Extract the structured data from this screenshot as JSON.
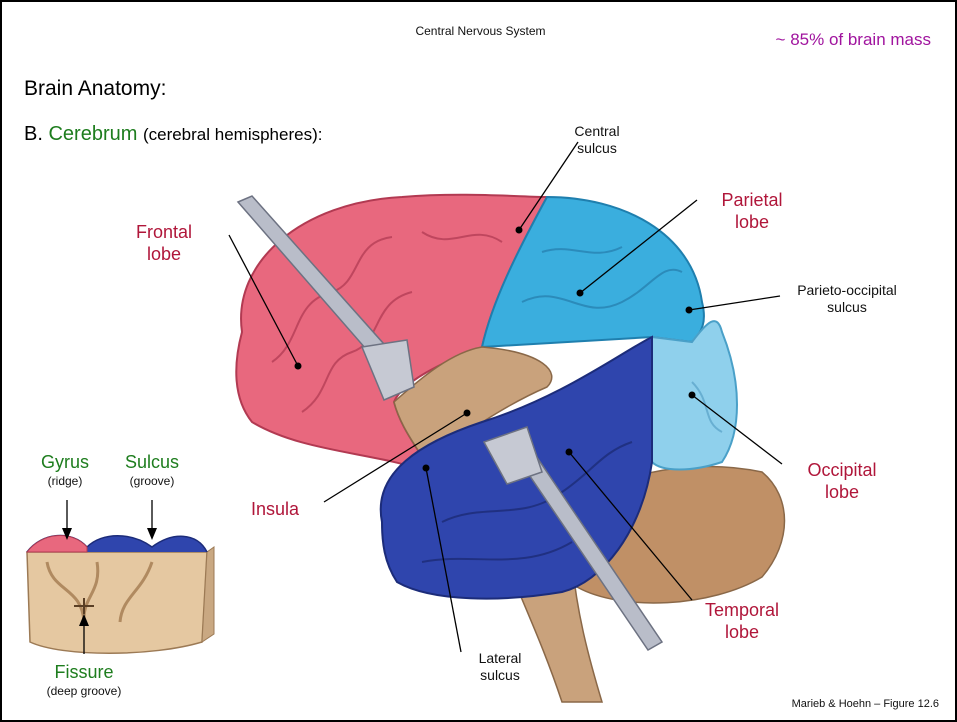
{
  "header": {
    "title": "Central Nervous System",
    "mass_note": "~ 85% of brain mass",
    "mass_note_color": "#a0149e"
  },
  "heading": "Brain Anatomy:",
  "section": {
    "marker": "B.",
    "term": "Cerebrum",
    "term_color": "#1e7d1e",
    "description": "(cerebral hemispheres):"
  },
  "labels": {
    "central_sulcus": [
      "Central",
      "sulcus"
    ],
    "parietal_lobe": [
      "Parietal",
      "lobe"
    ],
    "frontal_lobe": [
      "Frontal",
      "lobe"
    ],
    "parieto_occipital_sulcus": [
      "Parieto-occipital",
      "sulcus"
    ],
    "occipital_lobe": [
      "Occipital",
      "lobe"
    ],
    "insula": "Insula",
    "temporal_lobe": [
      "Temporal",
      "lobe"
    ],
    "lateral_sulcus": [
      "Lateral",
      "sulcus"
    ]
  },
  "inset": {
    "gyrus": {
      "term": "Gyrus",
      "note": "(ridge)"
    },
    "sulcus": {
      "term": "Sulcus",
      "note": "(groove)"
    },
    "fissure": {
      "term": "Fissure",
      "note": "(deep groove)"
    }
  },
  "colors": {
    "frontal": "#e8687e",
    "parietal": "#3aaede",
    "occipital": "#8fd0ec",
    "temporal": "#2f45ad",
    "insula": "#c9a27c",
    "cerebellum": "#c09066",
    "label_red": "#b0163a"
  },
  "credit": "Marieb & Hoehn – Figure 12.6"
}
